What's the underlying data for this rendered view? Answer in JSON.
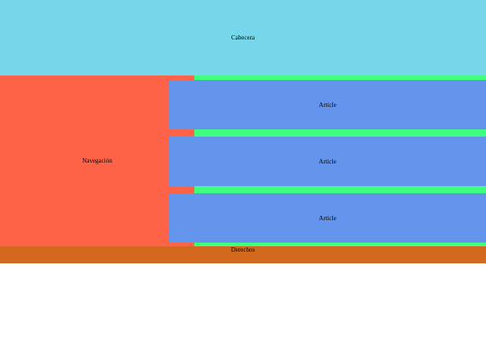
{
  "colors": {
    "header": "#76D7EA",
    "nav": "#FF6347",
    "main": "#3FFF7F",
    "article": "#6495ED",
    "footer": "#D2691E"
  },
  "header": {
    "label": "Cabecera"
  },
  "nav": {
    "label": "Navegación"
  },
  "articles": [
    {
      "label": "Article"
    },
    {
      "label": "Article"
    },
    {
      "label": "Article"
    }
  ],
  "footer": {
    "label": "Derechos"
  }
}
